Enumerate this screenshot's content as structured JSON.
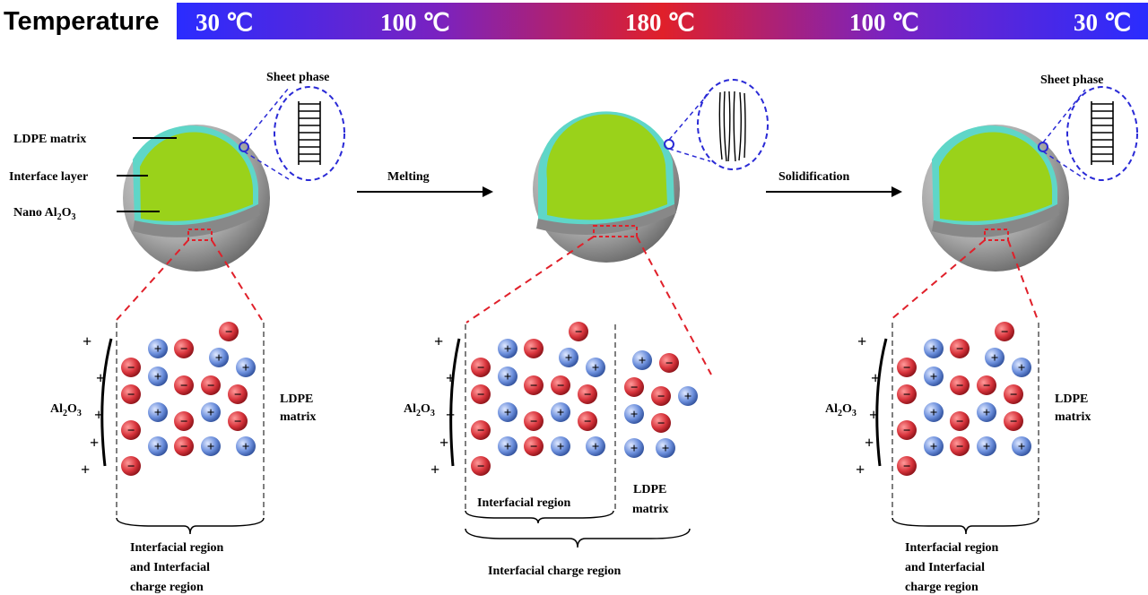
{
  "header": {
    "label": "Temperature",
    "stops": [
      "30 ℃",
      "100 ℃",
      "180 ℃",
      "100 ℃",
      "30 ℃"
    ],
    "gradient": [
      "#2a2cff",
      "#8a1fb0",
      "#e0202a",
      "#8a1fb0",
      "#2a2cff"
    ]
  },
  "stage1": {
    "labels": {
      "matrix": "LDPE matrix",
      "interface": "Interface layer",
      "nano": "Nano Al",
      "nano_sub": "2",
      "nano_o": "O",
      "nano_sub2": "3"
    },
    "inset": "Sheet phase",
    "al": "Al",
    "al_sub": "2",
    "al_o": "O",
    "al_sub2": "3",
    "ldpe": [
      "LDPE",
      "matrix"
    ],
    "bracket": [
      "Interfacial region",
      "and Interfacial",
      "charge region"
    ]
  },
  "arrow1": "Melting",
  "stage2": {
    "al": "Al",
    "al_sub": "2",
    "al_o": "O",
    "al_sub2": "3",
    "region": "Interfacial region",
    "ldpe": [
      "LDPE",
      "matrix"
    ],
    "bracket": "Interfacial charge region"
  },
  "arrow2": "Solidification",
  "stage3": {
    "inset": "Sheet phase",
    "al": "Al",
    "al_sub": "2",
    "al_o": "O",
    "al_sub2": "3",
    "ldpe": [
      "LDPE",
      "matrix"
    ],
    "bracket": [
      "Interfacial region",
      "and Interfacial",
      "charge region"
    ]
  },
  "glyphs": {
    "plus": "+",
    "minus": "−"
  },
  "colors": {
    "matrix": "#a8a8a8",
    "interface": "#5fd6c8",
    "core": "#9ad21a",
    "neg": "#d8343c",
    "pos": "#5b7fcf",
    "inset": "#2a2ad6",
    "zoom": "#e0202a"
  }
}
